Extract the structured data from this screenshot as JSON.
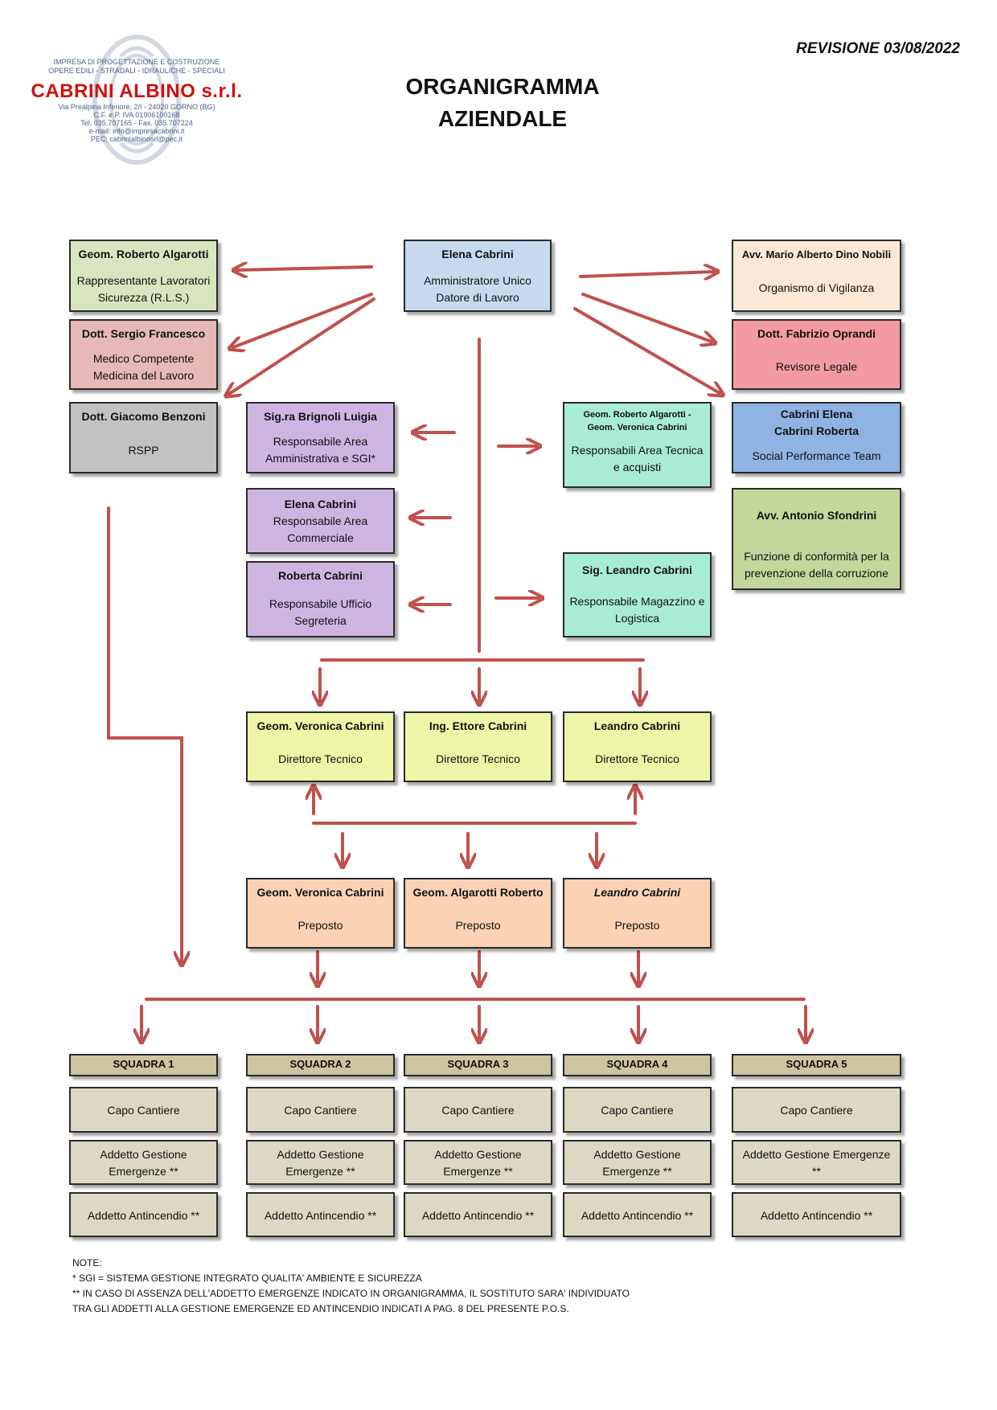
{
  "header": {
    "revision": "REVISIONE 03/08/2022",
    "title_line1": "ORGANIGRAMMA",
    "title_line2": "AZIENDALE"
  },
  "logo": {
    "line1": "IMPRESA DI PROGETTAZIONE E COSTRUZIONE",
    "line2": "OPERE EDILI - STRADALI - IDRAULICHE - SPECIALI",
    "brand": "CABRINI ALBINO s.r.l.",
    "line3": "Via Prealpina Inferiore, 2/I - 24020 GORNO (BG)",
    "line4": "C.F. e P. IVA 01906100168",
    "line5": "Tel. 035.707165 - Fax. 035.707224",
    "line6": "e-mail: info@impresacabrini.it",
    "line7": "PEC: cabrinialbinosrl@pec.it"
  },
  "boxes": {
    "rls": {
      "name": "Geom. Roberto Algarotti",
      "role1": "Rappresentante Lavoratori",
      "role2": "Sicurezza (R.L.S.)"
    },
    "ceo": {
      "name": "Elena Cabrini",
      "role1": "Amministratore Unico",
      "role2": "Datore di Lavoro"
    },
    "odv": {
      "name": "Avv. Mario Alberto Dino Nobili",
      "role1": "Organismo di Vigilanza"
    },
    "medico": {
      "name": "Dott. Sergio Francesco",
      "role1": "Medico Competente",
      "role2": "Medicina del Lavoro"
    },
    "revisore": {
      "name": "Dott. Fabrizio Oprandi",
      "role1": "Revisore Legale"
    },
    "rspp": {
      "name": "Dott. Giacomo Benzoni",
      "role1": "RSPP"
    },
    "amministrativa": {
      "name": "Sig.ra Brignoli Luigia",
      "role1": "Responsabile Area",
      "role2": "Amministrativa e SGI*"
    },
    "tecnica": {
      "name1": "Geom. Roberto Algarotti -",
      "name2": "Geom. Veronica Cabrini",
      "role1": "Responsabili Area Tecnica",
      "role2": "e acquisti"
    },
    "spt": {
      "name1": "Cabrini Elena",
      "name2": "Cabrini Roberta",
      "role1": "Social Performance Team"
    },
    "commerciale": {
      "name": "Elena Cabrini",
      "role1": "Responsabile Area",
      "role2": "Commerciale"
    },
    "anticorruzione": {
      "name": "Avv. Antonio Sfondrini",
      "role1": "Funzione di conformità per la",
      "role2": "prevenzione della corruzione"
    },
    "segreteria": {
      "name": "Roberta Cabrini",
      "role1": "Responsabile Ufficio",
      "role2": "Segreteria"
    },
    "magazzino": {
      "name": "Sig. Leandro Cabrini",
      "role1": "Responsabile Magazzino e",
      "role2": "Logistica"
    },
    "dt1": {
      "name": "Geom. Veronica Cabrini",
      "role1": "Direttore Tecnico"
    },
    "dt2": {
      "name": "Ing. Ettore Cabrini",
      "role1": "Direttore Tecnico"
    },
    "dt3": {
      "name": "Leandro Cabrini",
      "role1": "Direttore Tecnico"
    },
    "pp1": {
      "name": "Geom. Veronica Cabrini",
      "role1": "Preposto"
    },
    "pp2": {
      "name": "Geom. Algarotti Roberto",
      "role1": "Preposto"
    },
    "pp3": {
      "name": "Leandro Cabrini",
      "role1": "Preposto"
    }
  },
  "squads": [
    {
      "label": "SQUADRA 1",
      "capo": "Capo Cantiere",
      "gestione1": "Addetto Gestione",
      "gestione2": "Emergenze **",
      "antincendio": "Addetto Antincendio **"
    },
    {
      "label": "SQUADRA 2",
      "capo": "Capo Cantiere",
      "gestione1": "Addetto Gestione",
      "gestione2": "Emergenze **",
      "antincendio": "Addetto Antincendio **"
    },
    {
      "label": "SQUADRA 3",
      "capo": "Capo Cantiere",
      "gestione1": "Addetto Gestione",
      "gestione2": "Emergenze **",
      "antincendio": "Addetto Antincendio **"
    },
    {
      "label": "SQUADRA 4",
      "capo": "Capo Cantiere",
      "gestione1": "Addetto Gestione",
      "gestione2": "Emergenze **",
      "antincendio": "Addetto Antincendio **"
    },
    {
      "label": "SQUADRA 5",
      "capo": "Capo Cantiere",
      "gestione1": "Addetto Gestione Emergenze",
      "gestione2": "**",
      "antincendio": "Addetto Antincendio **"
    }
  ],
  "notes": {
    "heading": "NOTE:",
    "line1": "* SGI = SISTEMA GESTIONE INTEGRATO QUALITA' AMBIENTE E SICUREZZA",
    "line2": "** IN CASO DI ASSENZA DELL'ADDETTO EMERGENZE INDICATO IN ORGANIGRAMMA, IL SOSTITUTO SARA' INDIVIDUATO",
    "line3": "TRA GLI ADDETTI ALLA GESTIONE EMERGENZE ED ANTINCENDIO INDICATI A PAG. 8 DEL PRESENTE P.O.S."
  },
  "colors": {
    "arrow": "#c0504d"
  }
}
